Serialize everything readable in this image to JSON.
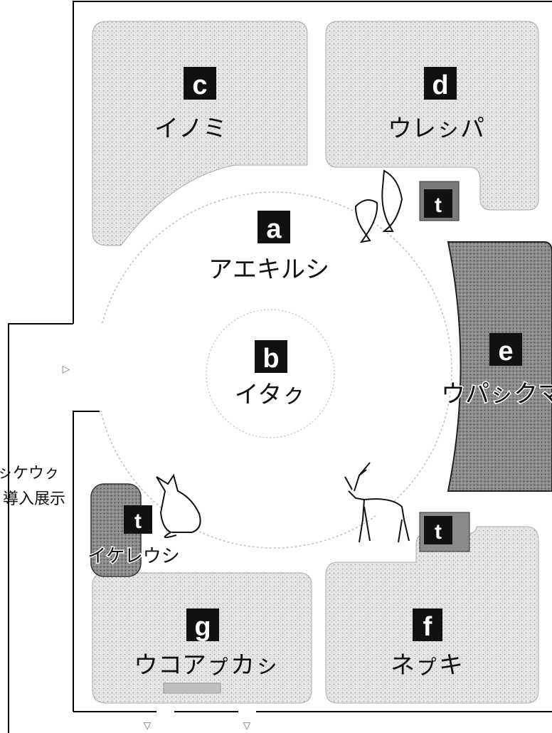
{
  "zones": {
    "a": {
      "letter": "a",
      "label": "アエキルシ"
    },
    "b": {
      "letter": "b",
      "label": "イタㇰ"
    },
    "c": {
      "letter": "c",
      "label": "イノミ"
    },
    "d": {
      "letter": "d",
      "label": "ウレㇱパ"
    },
    "e": {
      "letter": "e",
      "label": "ウパㇱクマ"
    },
    "f": {
      "letter": "f",
      "label": "ネㇷ゚キ"
    },
    "g": {
      "letter": "g",
      "label": "ウコアㇷ゚カㇱ"
    }
  },
  "t_markers": {
    "top": "t",
    "bottom_right": "t",
    "left": "t"
  },
  "left_t_label": "イケレウシ",
  "side_label": {
    "line1": "ㇱケウㇰ",
    "line2": "導入展示"
  },
  "entrance_arrows": {
    "left": "▷",
    "bottom_1": "▽",
    "bottom_2": "▽"
  },
  "icons": [
    "salmon-icon",
    "fox-icon",
    "deer-icon"
  ],
  "colors": {
    "stipple": "#d8d8d8",
    "dark_zone": "#6a6a6a",
    "letter_bg": "#111111",
    "wall": "#000000"
  }
}
